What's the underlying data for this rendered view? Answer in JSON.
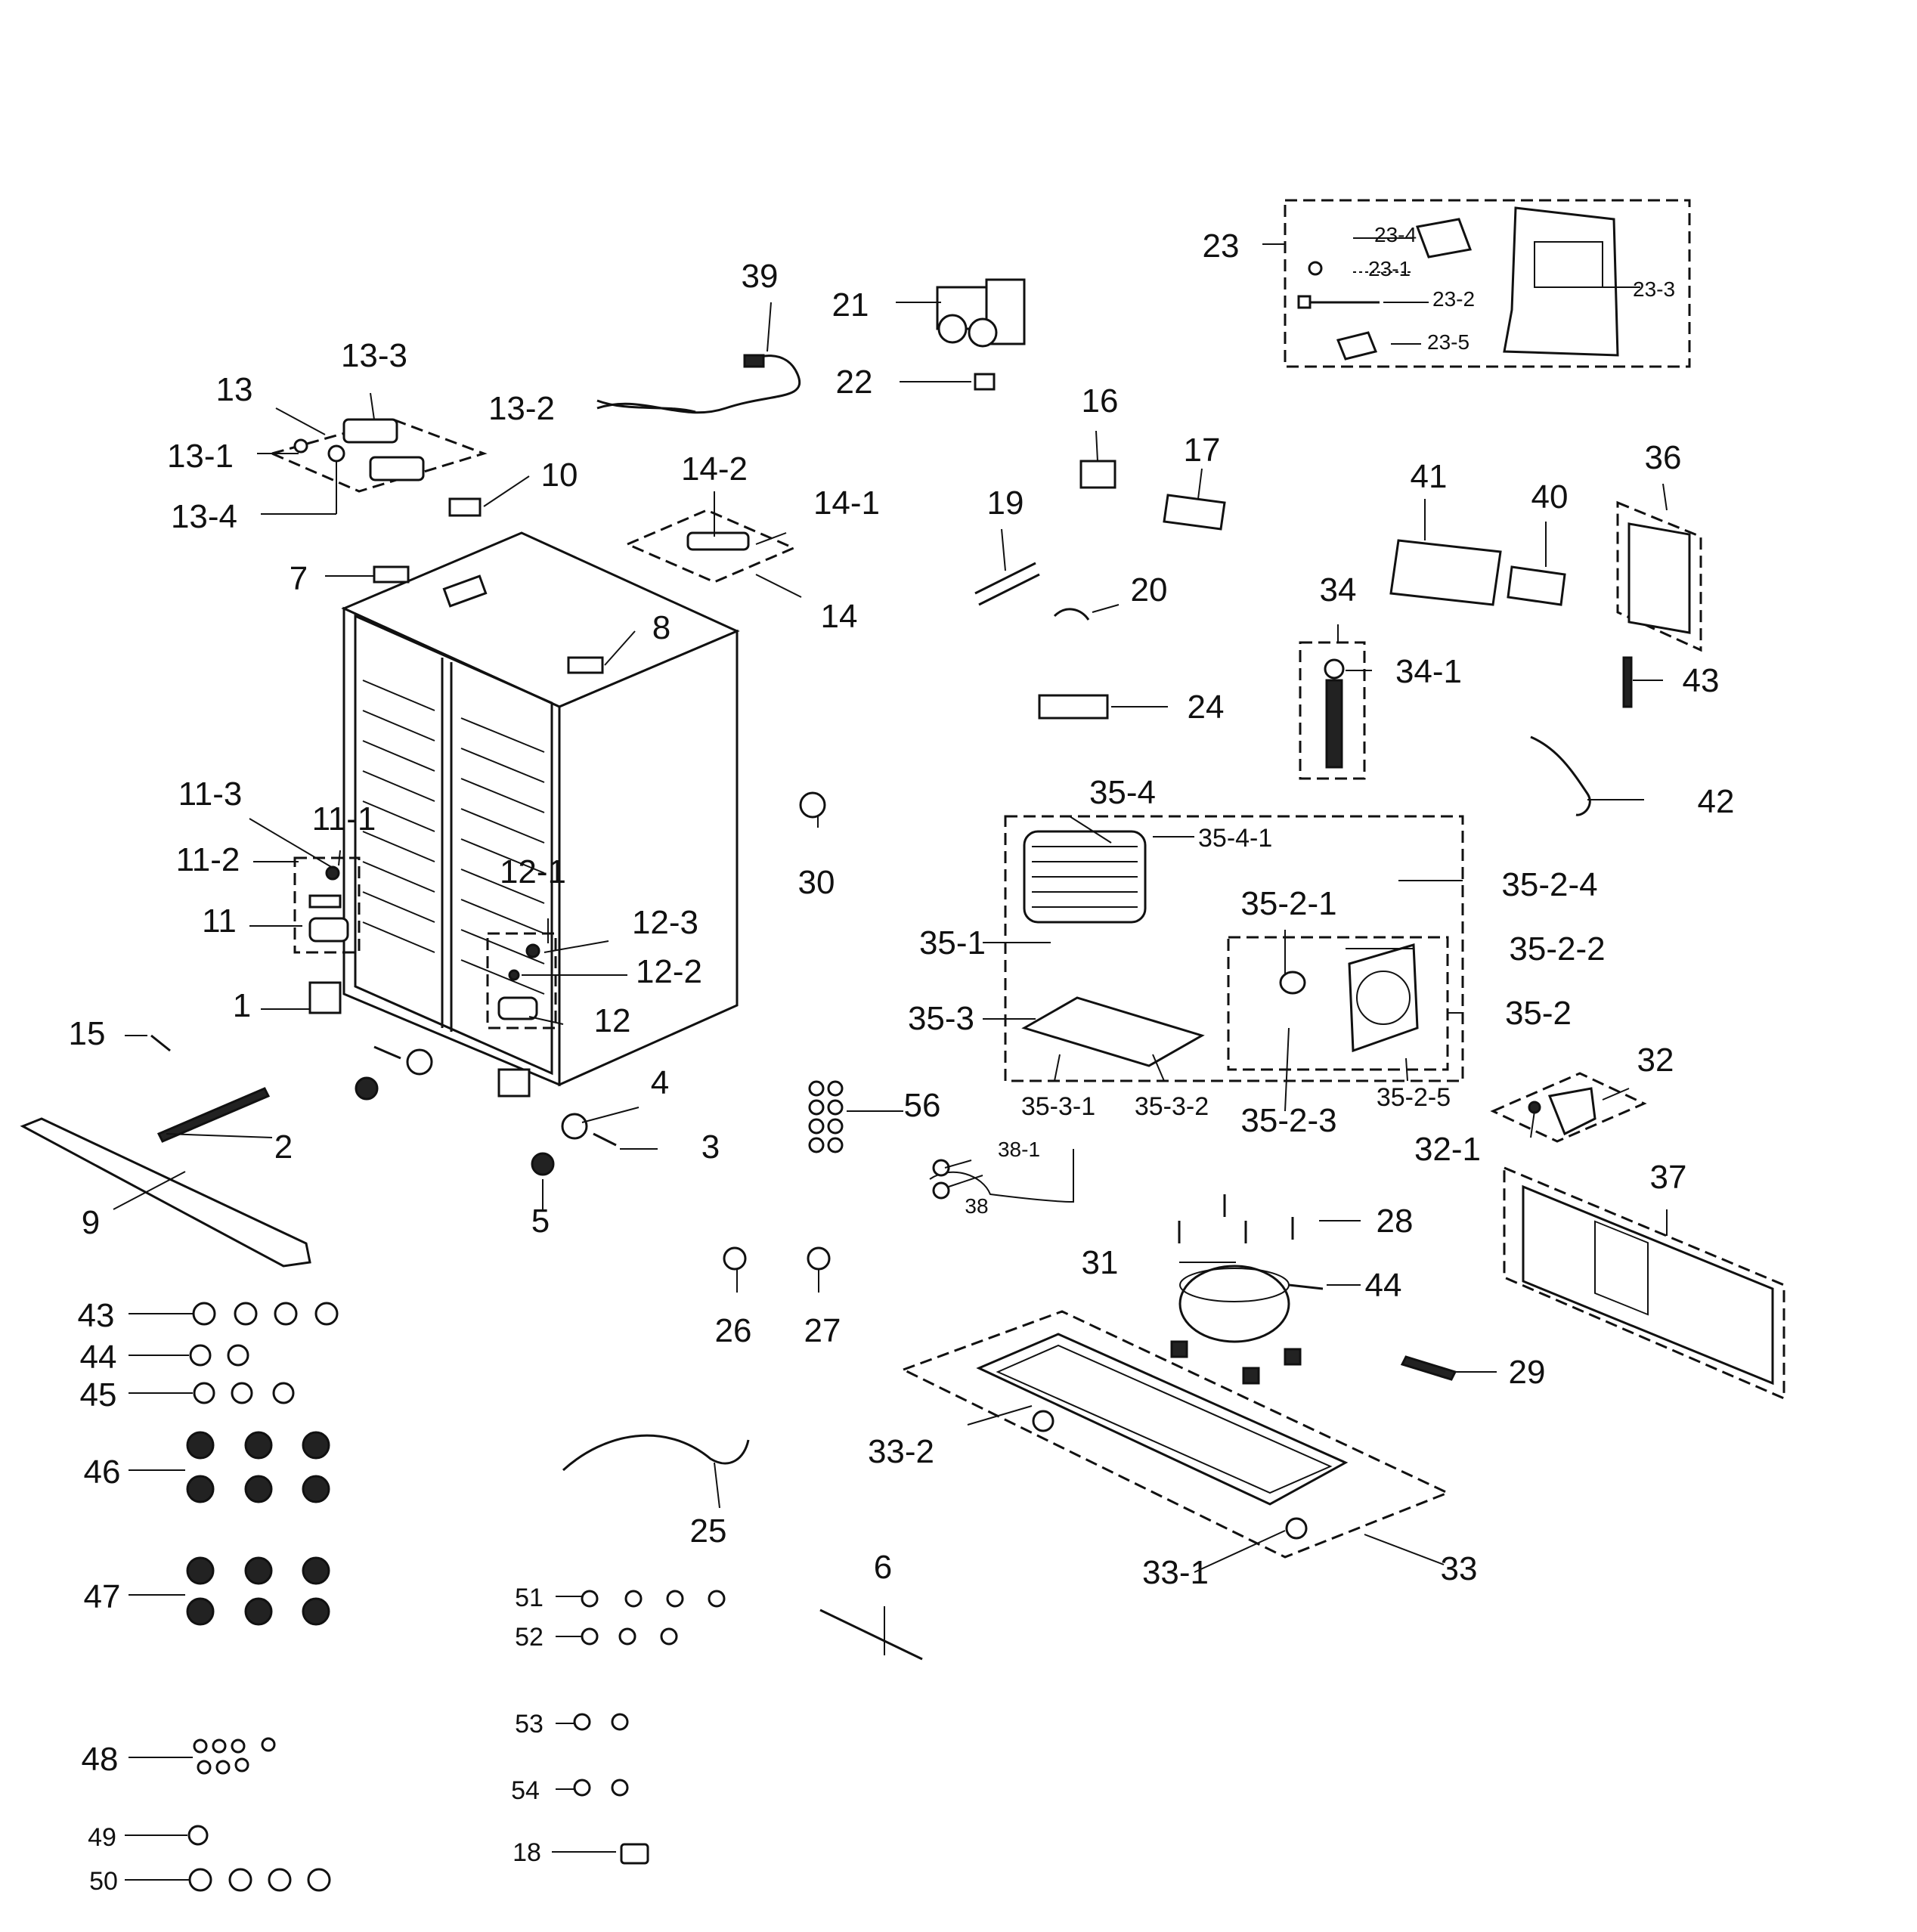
{
  "labels": {
    "l1": "1",
    "l2": "2",
    "l3": "3",
    "l4": "4",
    "l5": "5",
    "l6": "6",
    "l7": "7",
    "l8": "8",
    "l9": "9",
    "l10": "10",
    "l11": "11",
    "l11_1": "11-1",
    "l11_2": "11-2",
    "l11_3": "11-3",
    "l12": "12",
    "l12_1": "12-1",
    "l12_2": "12-2",
    "l12_3": "12-3",
    "l13": "13",
    "l13_1": "13-1",
    "l13_2": "13-2",
    "l13_3": "13-3",
    "l13_4": "13-4",
    "l14": "14",
    "l14_1": "14-1",
    "l14_2": "14-2",
    "l15": "15",
    "l16": "16",
    "l17": "17",
    "l18": "18",
    "l19": "19",
    "l20": "20",
    "l21": "21",
    "l22": "22",
    "l23": "23",
    "l23_1": "23-1",
    "l23_2": "23-2",
    "l23_3": "23-3",
    "l23_4": "23-4",
    "l23_5": "23-5",
    "l24": "24",
    "l25": "25",
    "l26": "26",
    "l27": "27",
    "l28": "28",
    "l29": "29",
    "l30": "30",
    "l31": "31",
    "l32": "32",
    "l32_1": "32-1",
    "l33": "33",
    "l33_1": "33-1",
    "l33_2": "33-2",
    "l34": "34",
    "l34_1": "34-1",
    "l35_1": "35-1",
    "l35_2": "35-2",
    "l35_2_1": "35-2-1",
    "l35_2_2": "35-2-2",
    "l35_2_3": "35-2-3",
    "l35_2_4": "35-2-4",
    "l35_2_5": "35-2-5",
    "l35_3": "35-3",
    "l35_3_1": "35-3-1",
    "l35_3_2": "35-3-2",
    "l35_4": "35-4",
    "l35_4_1": "35-4-1",
    "l36": "36",
    "l37": "37",
    "l38": "38",
    "l38_1": "38-1",
    "l39": "39",
    "l40": "40",
    "l41": "41",
    "l42": "42",
    "l43a": "43",
    "l43b": "43",
    "l44a": "44",
    "l44b": "44",
    "l45": "45",
    "l46": "46",
    "l47": "47",
    "l48": "48",
    "l49": "49",
    "l50": "50",
    "l51": "51",
    "l52": "52",
    "l53": "53",
    "l54": "54",
    "l56": "56"
  }
}
